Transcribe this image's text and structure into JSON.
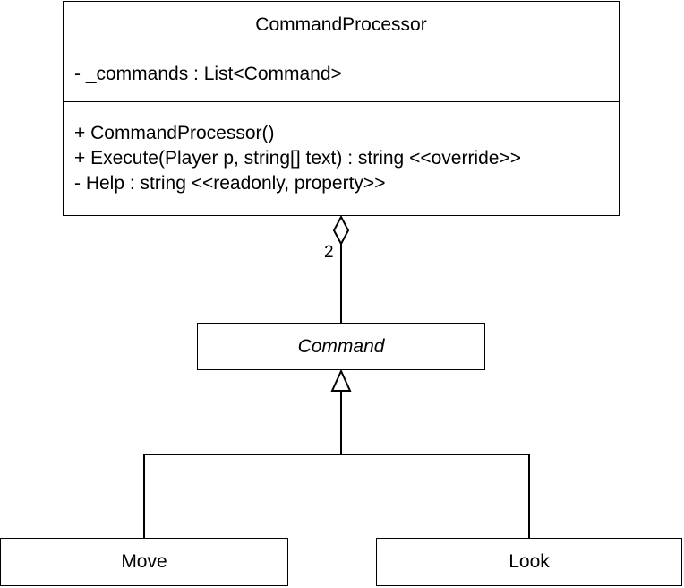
{
  "diagram": {
    "classes": {
      "command_processor": {
        "name": "CommandProcessor",
        "attributes": [
          "- _commands : List<Command>"
        ],
        "operations": [
          "+ CommandProcessor()",
          "+ Execute(Player p, string[] text) : string <<override>>",
          "- Help : string <<readonly, property>>"
        ]
      },
      "command": {
        "name": "Command",
        "abstract": true
      },
      "move": {
        "name": "Move"
      },
      "look": {
        "name": "Look"
      }
    },
    "relationships": [
      {
        "type": "aggregation",
        "whole": "CommandProcessor",
        "part": "Command",
        "multiplicity": "2"
      },
      {
        "type": "generalization",
        "parent": "Command",
        "children": [
          "Move",
          "Look"
        ]
      }
    ]
  }
}
